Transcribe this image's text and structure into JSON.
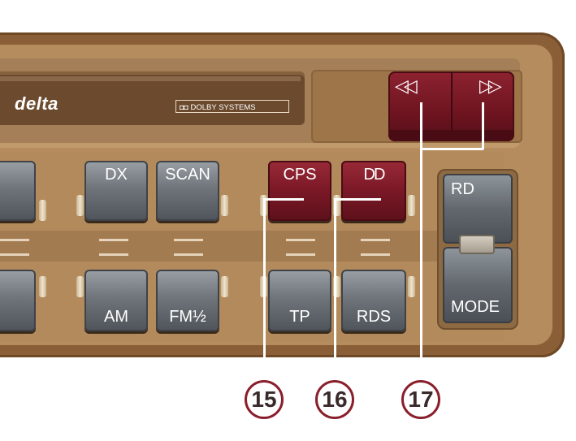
{
  "device": {
    "brand": "delta",
    "dolby_badge": "DOLBY SYSTEMS",
    "dolby_glyph": "◘◘"
  },
  "seek": {
    "rewind_icon": "◁◁",
    "forward_icon": "▷▷"
  },
  "buttons": {
    "dx": "DX",
    "scan": "SCAN",
    "cps": "CPS",
    "dolby": "DD",
    "am": "AM",
    "fm": "FM½",
    "tp": "TP",
    "rds": "RDS",
    "rd": "RD",
    "mode": "MODE"
  },
  "callouts": [
    "15",
    "16",
    "17"
  ],
  "colors": {
    "accent_red": "#7a1826",
    "callout_border": "#8a1f2c",
    "bezel_brown": "#8a5e36"
  }
}
